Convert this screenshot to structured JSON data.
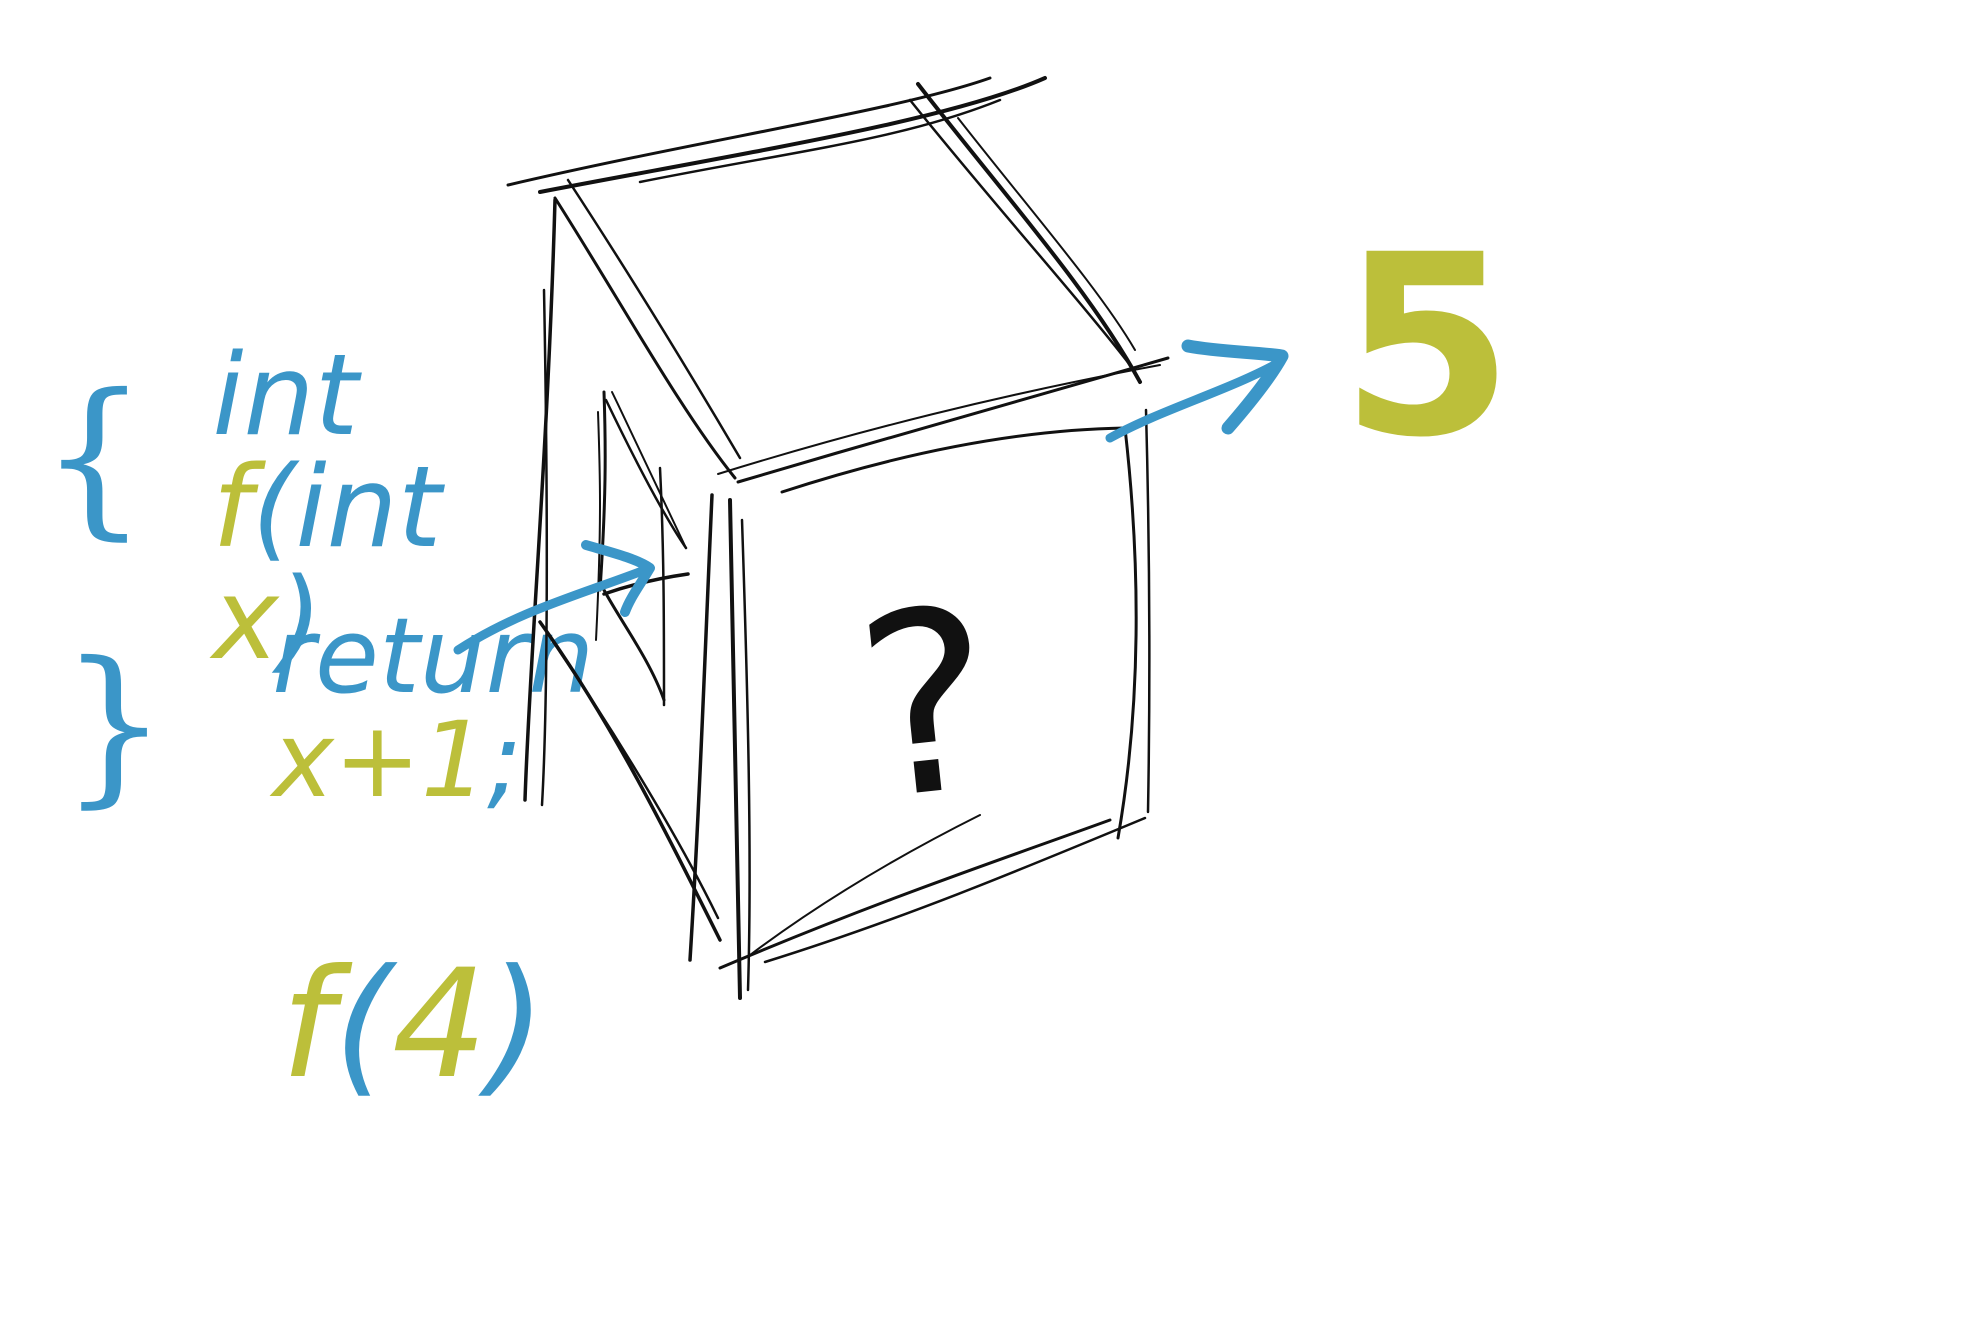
{
  "colors": {
    "code_blue": "#3b96c8",
    "code_green": "#bcbf3a",
    "ink": "#111111",
    "background": "#ffffff"
  },
  "code": {
    "sig_type": "int",
    "sig_name": "f",
    "sig_paren_open": "(",
    "sig_param_type": "int",
    "sig_param_name": "x",
    "sig_paren_close": ")",
    "open_brace": "{",
    "body_keyword": "return",
    "body_expr": "x+1",
    "body_semicolon": ";",
    "close_brace": "}",
    "call_name": "f",
    "call_paren_open": "(",
    "call_arg": "4",
    "call_paren_close": ")"
  },
  "box": {
    "unknown_symbol": "?"
  },
  "output": {
    "value": "5"
  },
  "icons": {
    "input_arrow": "arrow-right-icon",
    "output_arrow": "arrow-right-icon"
  }
}
